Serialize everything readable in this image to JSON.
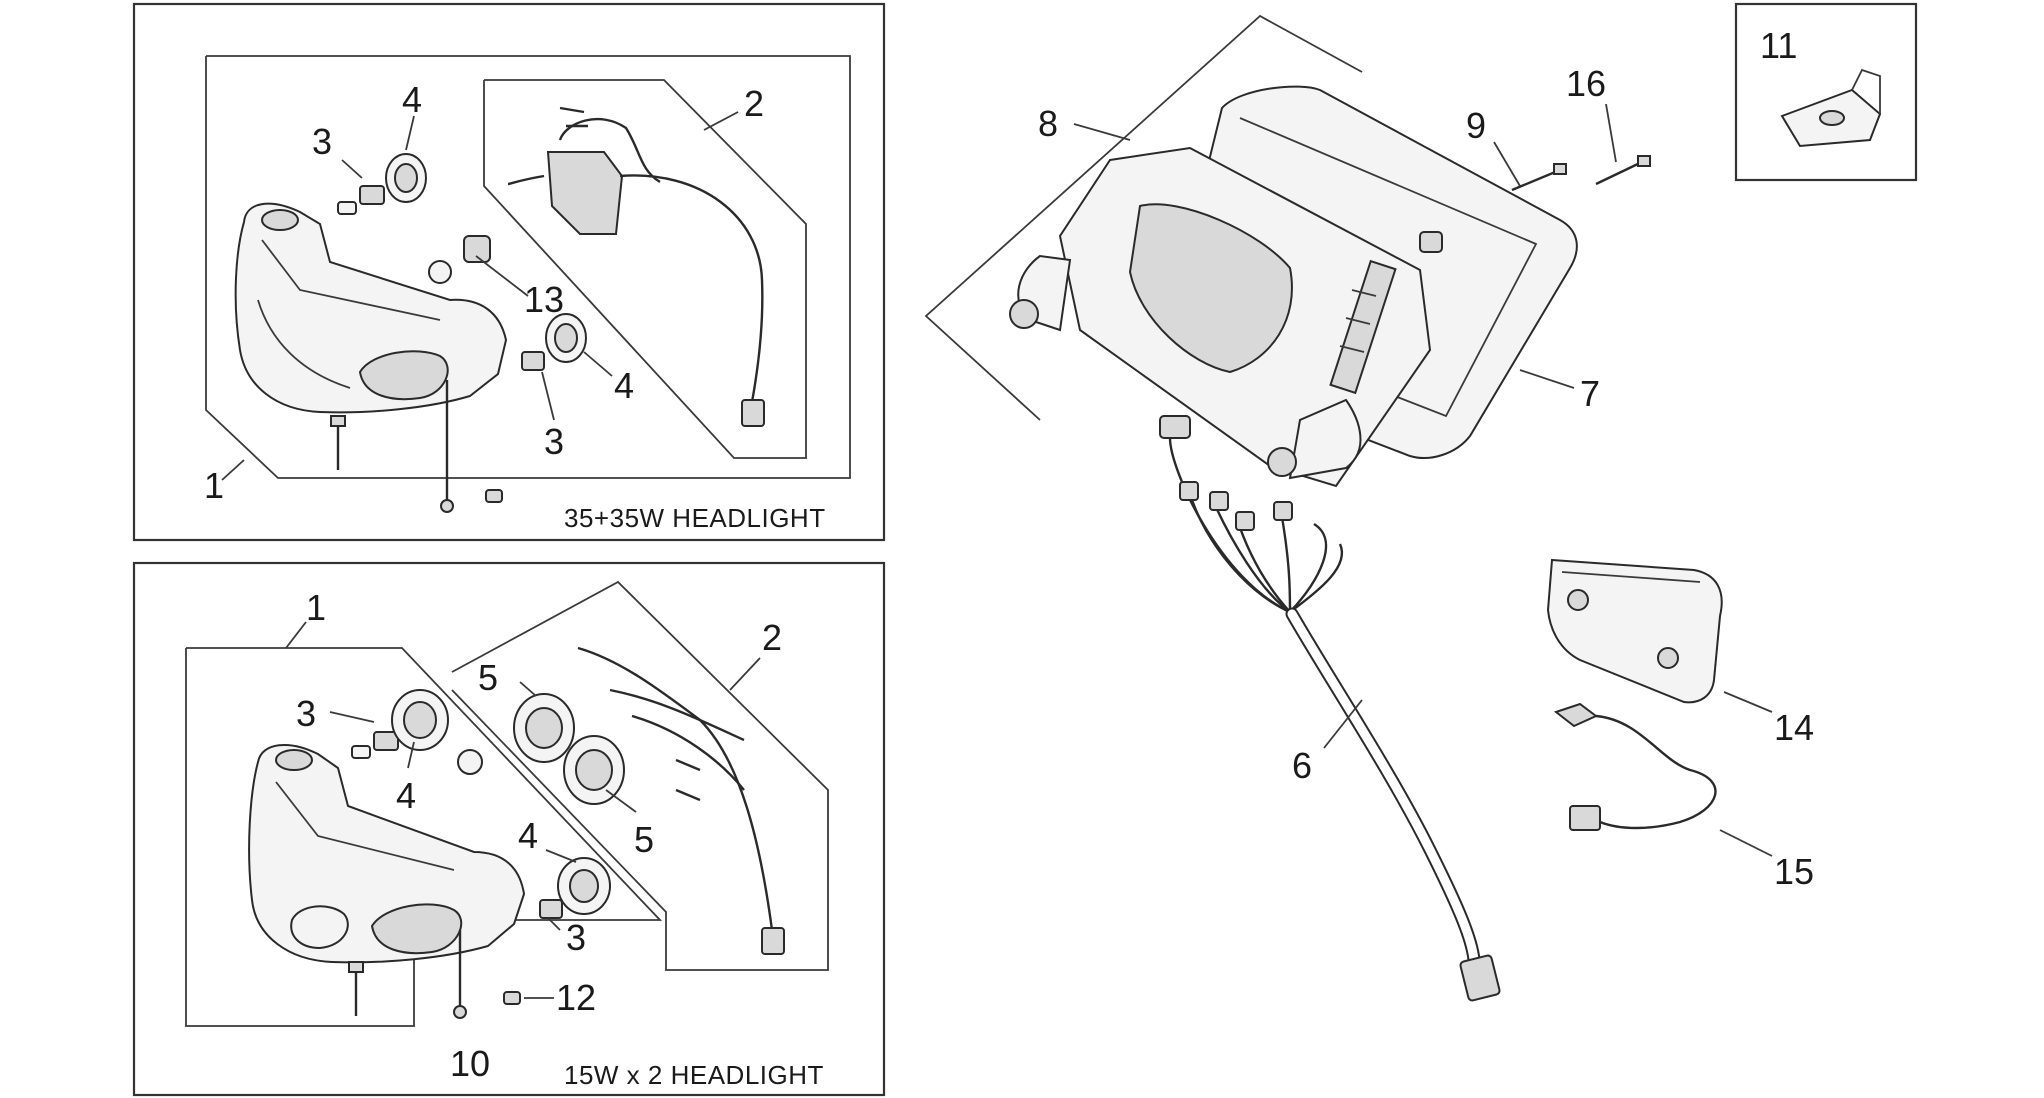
{
  "panels": {
    "top_left": {
      "caption": "35+35W  HEADLIGHT"
    },
    "bottom_left": {
      "caption": "15W x 2  HEADLIGHT"
    },
    "inset": {
      "label": "11"
    }
  },
  "callouts": {
    "tl_1": "1",
    "tl_2": "2",
    "tl_3a": "3",
    "tl_3b": "3",
    "tl_4a": "4",
    "tl_4b": "4",
    "tl_13": "13",
    "bl_1": "1",
    "bl_2": "2",
    "bl_3a": "3",
    "bl_3b": "3",
    "bl_4a": "4",
    "bl_4b": "4",
    "bl_5a": "5",
    "bl_5b": "5",
    "bl_10": "10",
    "bl_12": "12",
    "r_6": "6",
    "r_7": "7",
    "r_8": "8",
    "r_9": "9",
    "r_14": "14",
    "r_15": "15",
    "r_16": "16"
  }
}
